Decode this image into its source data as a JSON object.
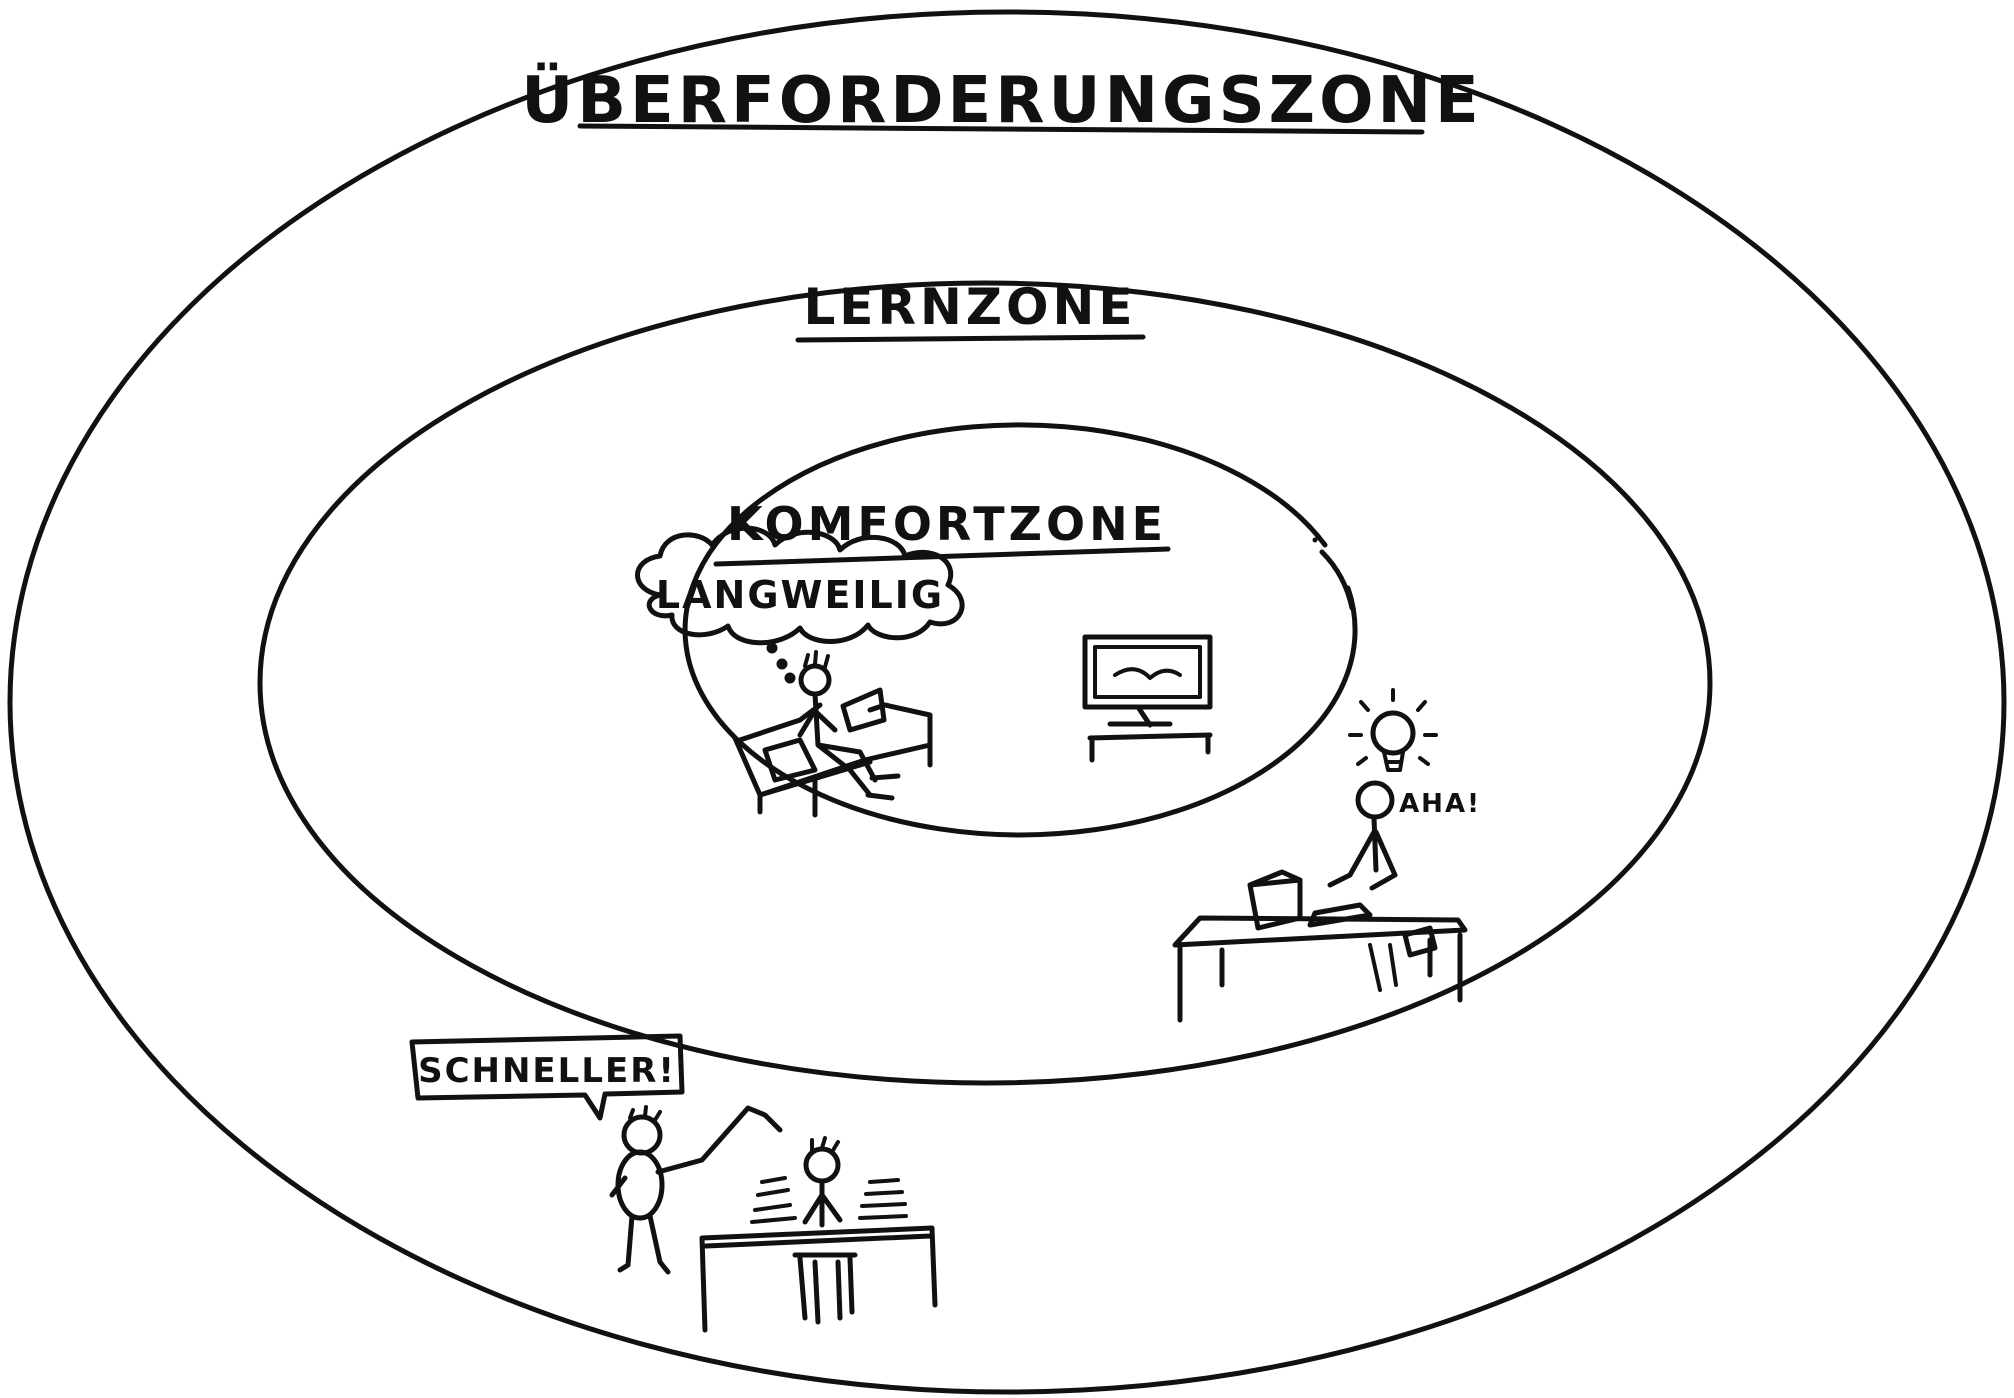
{
  "zones": {
    "outer": {
      "label": "ÜBERFORDERUNGSZONE"
    },
    "middle": {
      "label": "LERNZONE"
    },
    "inner": {
      "label": "KOMFORTZONE"
    }
  },
  "scenes": {
    "comfort": {
      "thought": "LANGWEILIG"
    },
    "learning": {
      "exclamation": "AHA!"
    },
    "overload": {
      "speech": "SCHNELLER!"
    }
  },
  "colors": {
    "ink": "#111111",
    "background": "#ffffff"
  }
}
